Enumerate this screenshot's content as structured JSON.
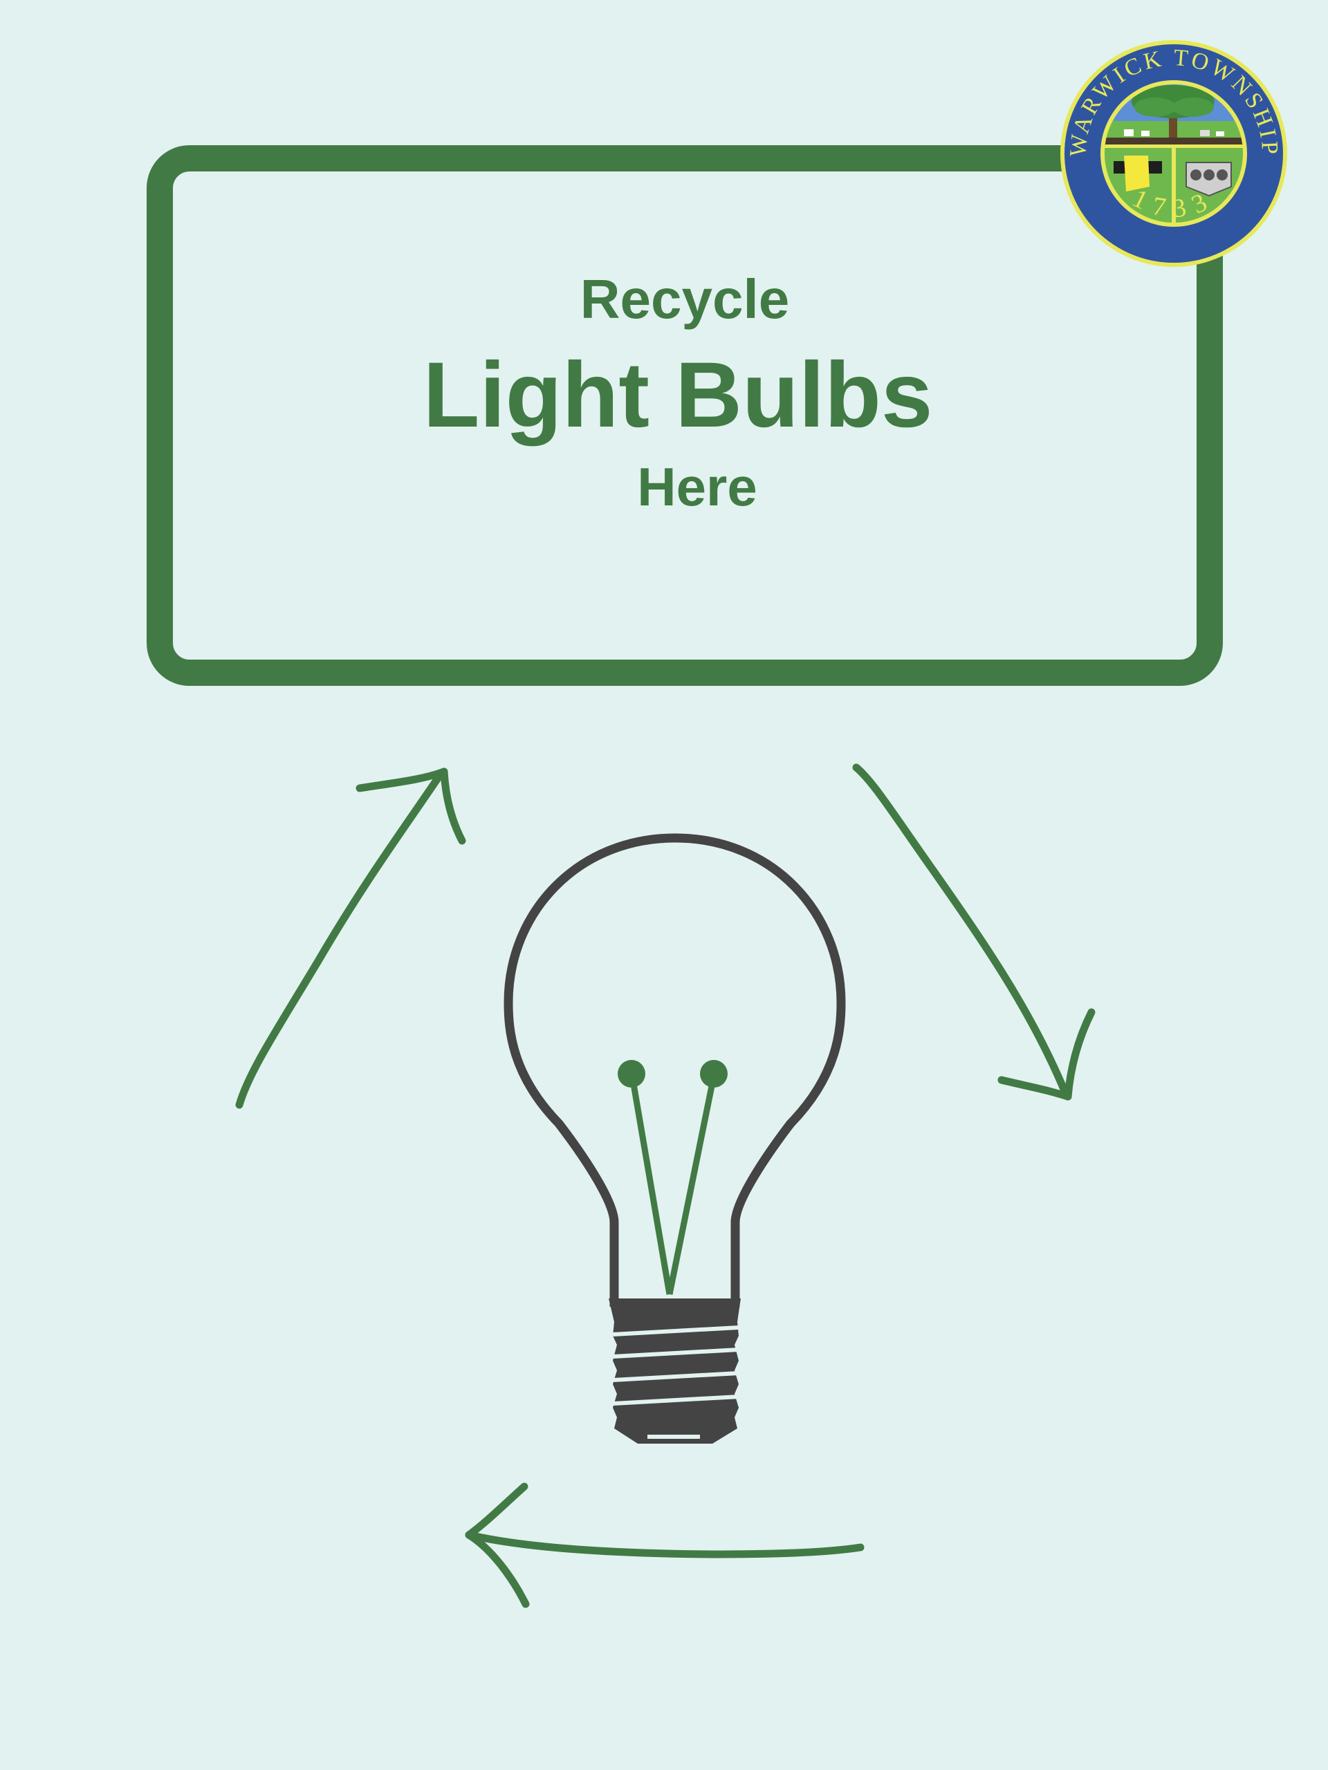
{
  "sign": {
    "line1": "Recycle",
    "line2": "Light Bulbs",
    "line3": "Here"
  },
  "seal": {
    "top_text": "WARWICK TOWNSHIP",
    "year": "1733",
    "colors": {
      "ring": "#2f55a0",
      "ring_edge": "#e7e85a",
      "field": "#6fb84e",
      "sky": "#5c8fd6"
    }
  },
  "colors": {
    "background": "#e2f2f0",
    "accent_green": "#427a45",
    "bulb_gray": "#444444"
  },
  "icons": {
    "bulb": "light-bulb-icon",
    "arrows": "recycle-arrows-icon"
  }
}
